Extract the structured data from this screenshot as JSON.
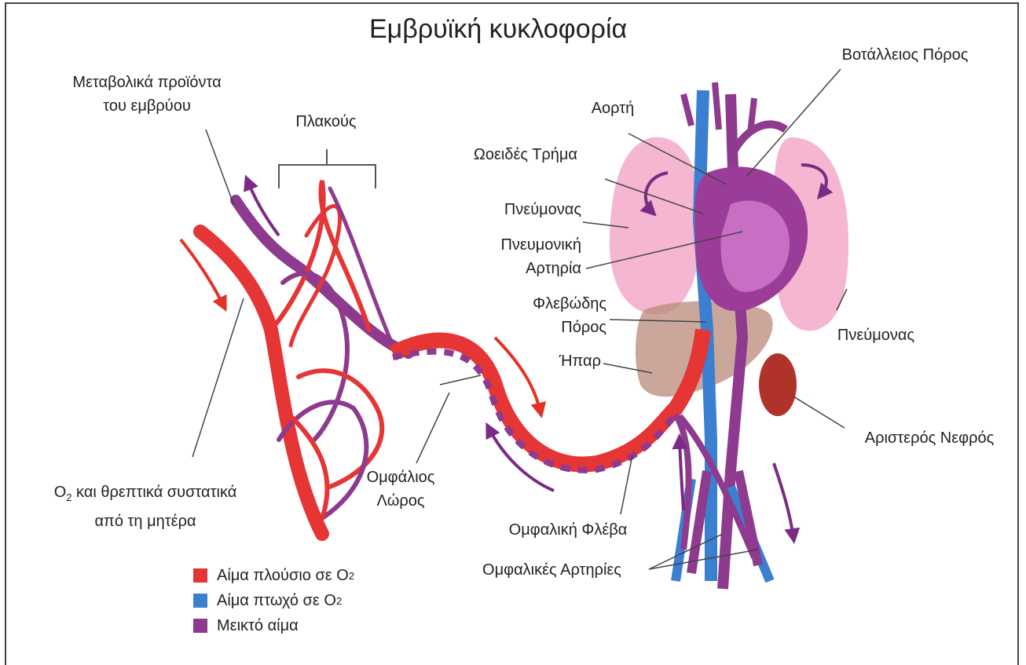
{
  "title": "Εμβρυϊκή κυκλοφορία",
  "colors": {
    "oxygen_rich": "#e53535",
    "oxygen_poor": "#3b7fd0",
    "mixed": "#8e3a8e",
    "lung": "#f2a9c8",
    "liver": "#b98a7a",
    "kidney": "#b0332b",
    "arrow_red": "#e43226",
    "arrow_purple": "#7b2a86"
  },
  "labels": {
    "metabolic_1": "Μεταβολικά προϊόντα",
    "metabolic_2": "του εμβρύου",
    "placenta": "Πλακούς",
    "o2_nutrients_1": "O",
    "o2_nutrients_sub": "2",
    "o2_nutrients_rest": " και θρεπτικά συστατικά",
    "o2_nutrients_2": "από τη μητέρα",
    "umbilical_cord_1": "Ομφάλιος",
    "umbilical_cord_2": "Λώρος",
    "umbilical_vein": "Ομφαλική Φλέβα",
    "umbilical_arteries": "Ομφαλικές Αρτηρίες",
    "ductus_arteriosus": "Βοτάλλειος Πόρος",
    "aorta": "Αορτή",
    "foramen_ovale": "Ωοειδές Τρήμα",
    "lung_left_label": "Πνεύμονας",
    "pulmonary_artery_1": "Πνευμονική",
    "pulmonary_artery_2": "Αρτηρία",
    "ductus_venosus_1": "Φλεβώδης",
    "ductus_venosus_2": "Πόρος",
    "liver": "Ήπαρ",
    "lung_right_label": "Πνεύμονας",
    "left_kidney": "Αριστερός Νεφρός"
  },
  "legend": [
    {
      "text": "Αίμα πλούσιο σε O",
      "sub": "2",
      "color": "#e53535"
    },
    {
      "text": "Αίμα πτωχό σε O",
      "sub": "2",
      "color": "#3b7fd0"
    },
    {
      "text": "Μεικτό αίμα",
      "sub": "",
      "color": "#8e3a8e"
    }
  ]
}
